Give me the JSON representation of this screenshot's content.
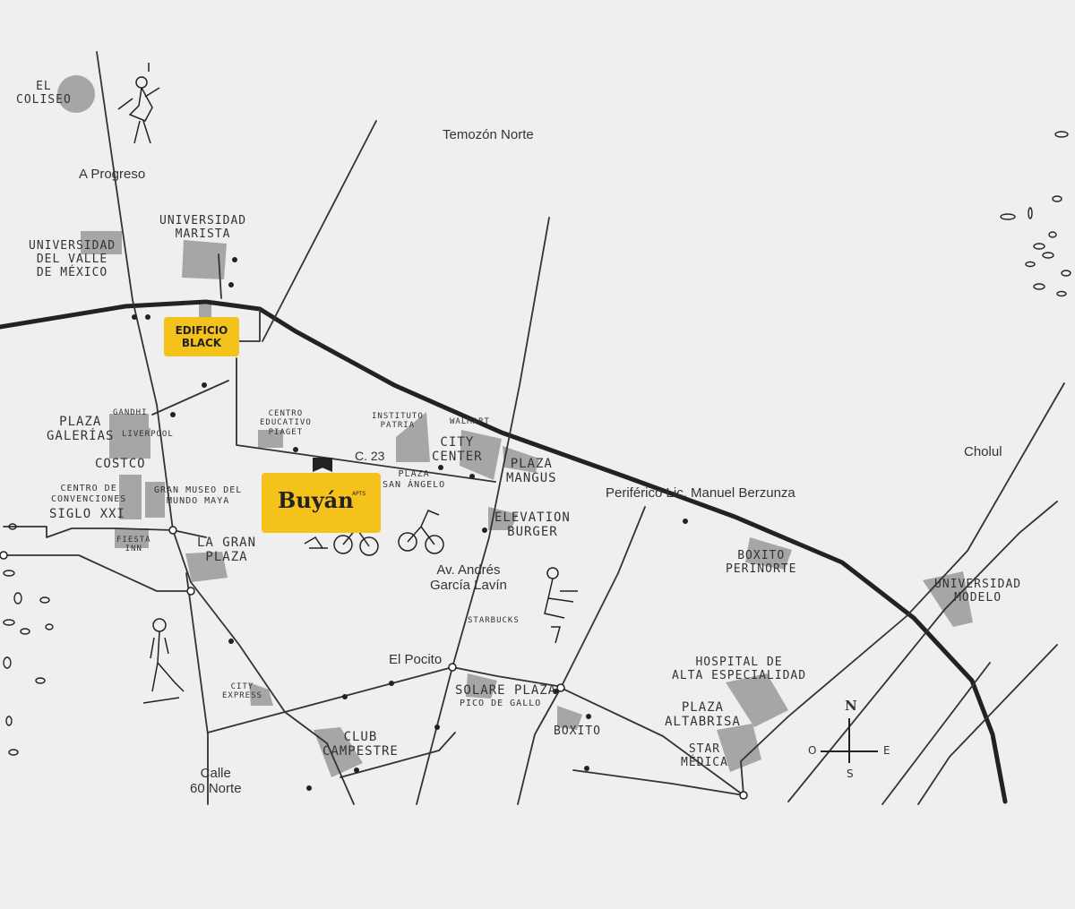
{
  "map": {
    "places": {
      "el_coliseo": [
        "EL",
        "COLISEO"
      ],
      "a_progreso": "A Progreso",
      "temozon_norte": "Temozón Norte",
      "universidad_marista": [
        "UNIVERSIDAD",
        "MARISTA"
      ],
      "universidad_valle": [
        "UNIVERSIDAD",
        "DEL VALLE",
        "DE MÉXICO"
      ],
      "plaza_galerias": [
        "PLAZA",
        "GALERÍAS"
      ],
      "gandhi": "GANDHI",
      "liverpool": "LIVERPOOL",
      "costco": "COSTCO",
      "centro_convenciones": [
        "CENTRO DE",
        "CONVENCIONES"
      ],
      "siglo_xxi": "SIGLO XXI",
      "gran_museo": [
        "GRAN MUSEO DEL",
        "MUNDO MAYA"
      ],
      "fiesta_inn": [
        "FIESTA",
        "INN"
      ],
      "la_gran_plaza": [
        "LA GRAN",
        "PLAZA"
      ],
      "centro_educativo": [
        "CENTRO",
        "EDUCATIVO",
        "PIAGET"
      ],
      "instituto_patria": [
        "INSTITUTO",
        "PATRIA"
      ],
      "walmart": "WALMART",
      "city_center": [
        "CITY",
        "CENTER"
      ],
      "c23": "C. 23",
      "plaza_san_angelo": [
        "PLAZA",
        "SAN ÁNGELO"
      ],
      "plaza_mangus": [
        "PLAZA",
        "MANGUS"
      ],
      "elevation_burger": [
        "ELEVATION",
        "BURGER"
      ],
      "av_andres": [
        "Av. Andrés",
        "García Lavín"
      ],
      "starbucks": "STARBUCKS",
      "el_pocito": "El Pocito",
      "solare_plaza": "SOLARE PLAZA",
      "pico_de_gallo": "PICO DE GALLO",
      "city_express": [
        "CITY",
        "EXPRESS"
      ],
      "club_campestre": [
        "CLUB",
        "CAMPESTRE"
      ],
      "calle_60": [
        "Calle",
        "60 Norte"
      ],
      "boxito": "BOXITO",
      "periferico": "Periférico Lic. Manuel Berzunza",
      "boxito_perinorte": [
        "BOXITO",
        "PERINORTE"
      ],
      "cholul": "Cholul",
      "universidad_modelo": [
        "UNIVERSIDAD",
        "MODELO"
      ],
      "hospital": [
        "HOSPITAL DE",
        "ALTA ESPECIALIDAD"
      ],
      "plaza_altabrisa": [
        "PLAZA",
        "ALTABRISA"
      ],
      "star_medica": [
        "STAR",
        "MÉDICA"
      ]
    },
    "highlights": {
      "edificio_black": [
        "EDIFICIO",
        "BLACK"
      ],
      "buyan_name": "Buyán",
      "buyan_sub": "APTS",
      "accent_color": "#f5c21b"
    },
    "compass": {
      "n": "N",
      "s": "S",
      "e": "E",
      "w": "O"
    },
    "colors": {
      "background": "#efefef",
      "road": "#222222",
      "building": "#a6a6a6"
    }
  }
}
